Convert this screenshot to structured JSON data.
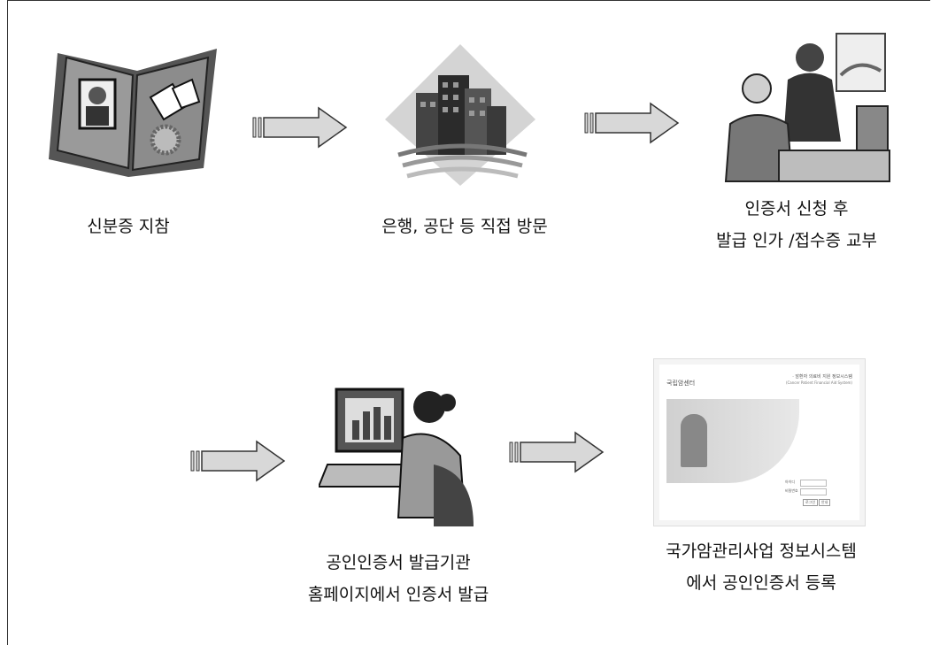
{
  "steps": [
    {
      "lines": [
        "신분증 지참"
      ],
      "icon": "passport-icon"
    },
    {
      "lines": [
        "은행, 공단 등 직접 방문"
      ],
      "icon": "building-icon"
    },
    {
      "lines": [
        "인증서 신청 후",
        "발급 인가 /접수증 교부"
      ],
      "icon": "bank-clerk-icon"
    },
    {
      "lines": [
        "공인인증서 발급기관",
        "홈페이지에서 인증서 발급"
      ],
      "icon": "computer-user-icon"
    },
    {
      "lines": [
        "국가암관리사업 정보시스템",
        "에서 공인인증서 등록"
      ],
      "icon": "website-screenshot-icon"
    }
  ],
  "screenshot": {
    "logo_text": "국립암센터",
    "title_text": "· 암환자 의료비 지원 정보시스템",
    "subtitle_text": "(Cancer Patient Financial Aid System)",
    "id_label": "아이디",
    "pw_label": "비밀번호",
    "login_button": "로그인",
    "help_button": "안내"
  },
  "colors": {
    "arrow_fill": "#d8d8d8",
    "arrow_stroke": "#333333"
  }
}
